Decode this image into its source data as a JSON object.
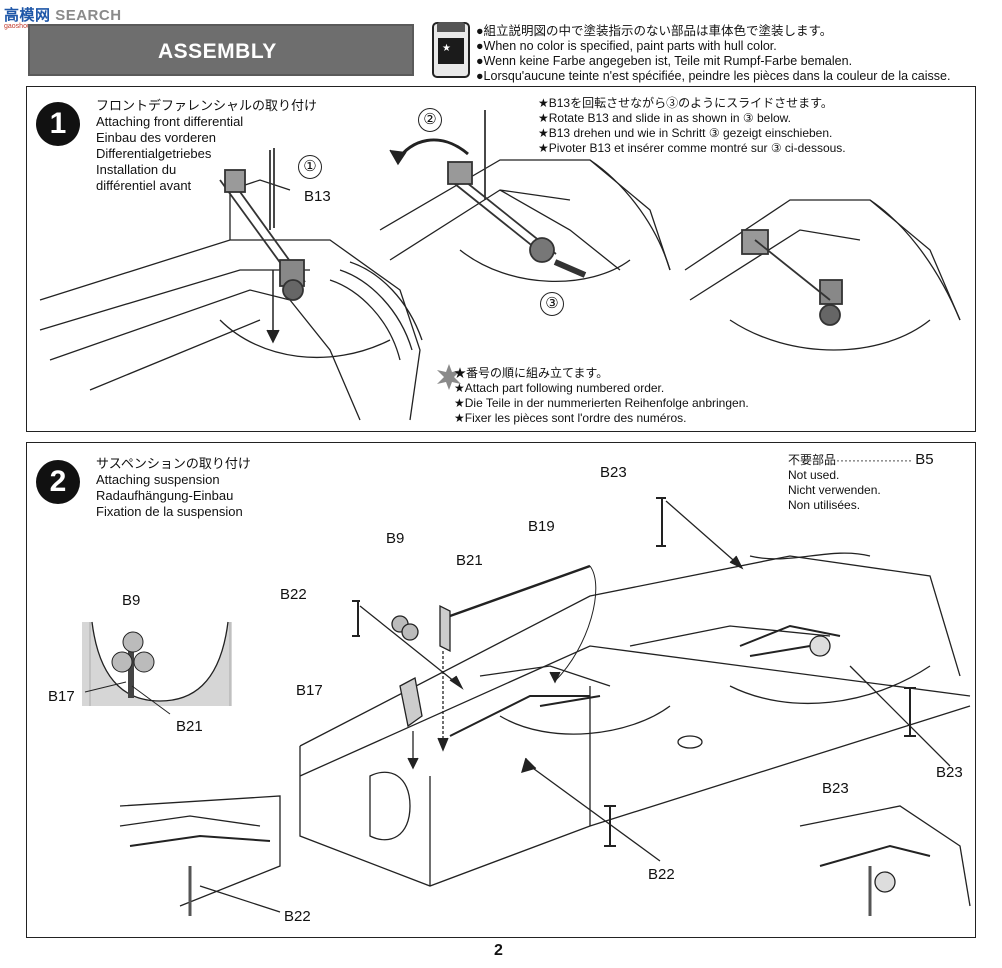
{
  "watermark": {
    "brand_left": "高",
    "brand_mid": "模网",
    "search": "SEARCH",
    "sub": "gaoshou.com"
  },
  "banner": {
    "title": "ASSEMBLY"
  },
  "paint_notes": [
    "●組立説明図の中で塗装指示のない部品は車体色で塗装します。",
    "●When no color is specified, paint parts with hull color.",
    "●Wenn keine Farbe angegeben ist, Teile mit Rumpf-Farbe bemalen.",
    "●Lorsqu'aucune teinte n'est spécifiée, peindre les pièces dans la couleur de la caisse."
  ],
  "step1": {
    "number": "1",
    "title_lines": [
      "フロントデファレンシャルの取り付け",
      "Attaching front differential",
      "Einbau des vorderen",
      "Differentialgetriebes",
      "Installation du",
      "différentiel avant"
    ],
    "part_label": "B13",
    "callout_1": "①",
    "callout_2": "②",
    "callout_3": "③",
    "rotate_note": [
      "★B13を回転させながら③のようにスライドさせます。",
      "★Rotate B13 and slide in as shown in ③ below.",
      "★B13 drehen und wie in Schritt ③ gezeigt einschieben.",
      "★Pivoter B13 et insérer comme montré sur ③ ci-dessous."
    ],
    "order_note": [
      "★番号の順に組み立てます。",
      "★Attach part following numbered order.",
      "★Die Teile in der nummerierten Reihenfolge anbringen.",
      "★Fixer les pièces sont l'ordre des numéros."
    ]
  },
  "step2": {
    "number": "2",
    "title_lines": [
      "サスペンションの取り付け",
      "Attaching suspension",
      "Radaufhängung-Einbau",
      "Fixation de la suspension"
    ],
    "not_used": {
      "label_jp": "不要部品",
      "dots": "···················",
      "part": "B5",
      "en": "Not used.",
      "de": "Nicht verwenden.",
      "fr": "Non utilisées."
    },
    "labels": {
      "b9_detail": "B9",
      "b17_detail": "B17",
      "b21_detail": "B21",
      "b9": "B9",
      "b21": "B21",
      "b19": "B19",
      "b22_top": "B22",
      "b17": "B17",
      "b23_top": "B23",
      "b23_right": "B23",
      "b23_inset": "B23",
      "b22_bottom": "B22",
      "b22_inset": "B22"
    }
  },
  "page_number": "2"
}
